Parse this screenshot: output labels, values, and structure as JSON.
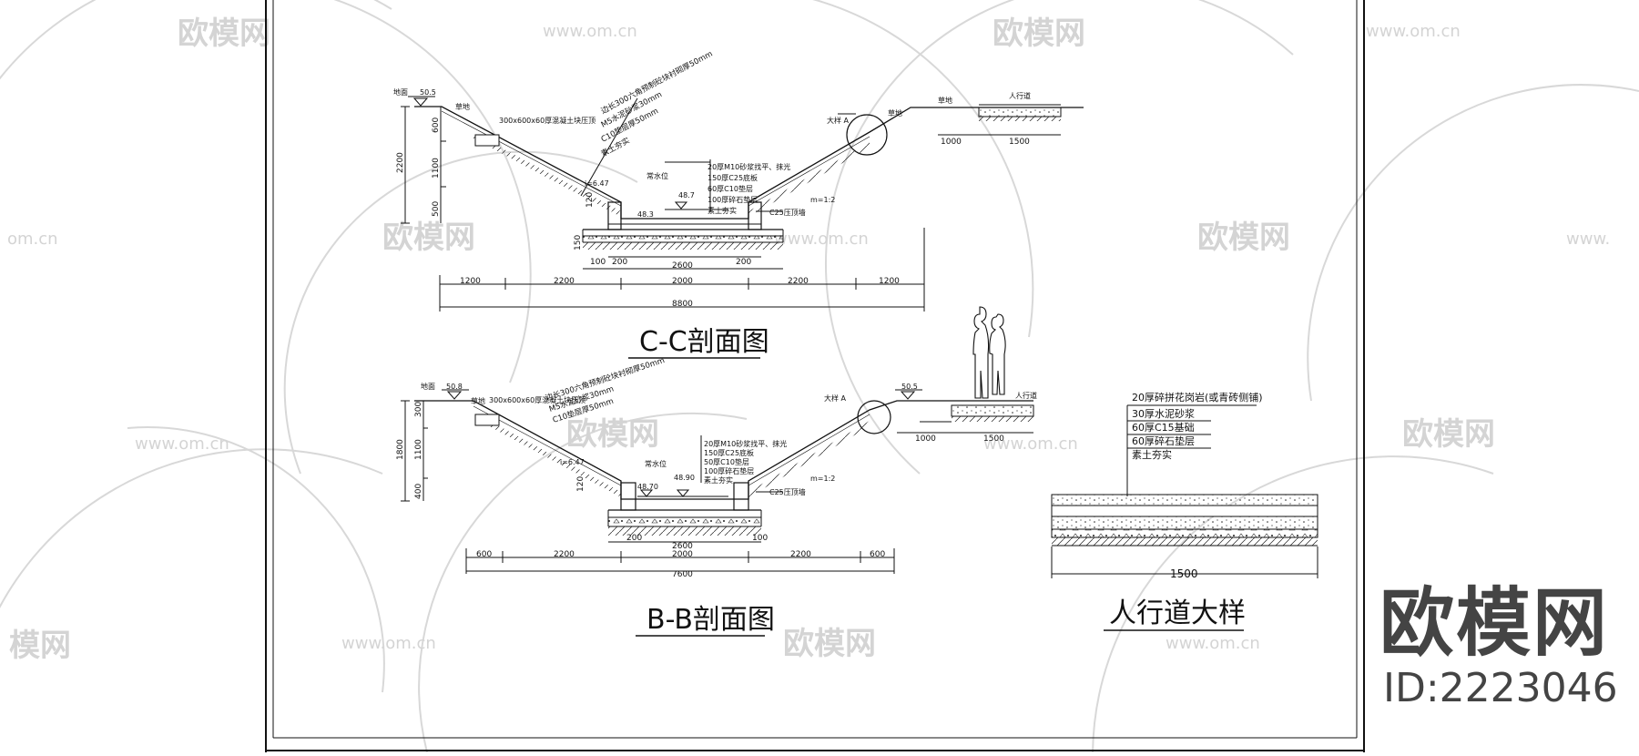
{
  "watermark": {
    "logo_text": "欧模网",
    "url_text": "www.om.cn",
    "url_partial_left": "om.cn",
    "url_partial_right": "www.",
    "logo_partial_left": "模网"
  },
  "brand": {
    "name": "欧模网",
    "id": "ID:2223046"
  },
  "section_cc": {
    "title": "C-C剖面图",
    "labels": {
      "ground": "地面",
      "ground_elev": "50.5",
      "lawn_left": "草地",
      "lawn_right": "草地",
      "road": "草地",
      "sidewalk": "人行道",
      "detail": "大样 A",
      "curb_note": "300x600x60厚混凝土块压顶",
      "layer1": "边长300六角预制砼块衬砌厚50mm",
      "layer2": "M5水泥砂浆30mm",
      "layer3": "C10垫层厚50mm",
      "layer4": "素土夯实",
      "bottom1": "20厚M10砂浆找平、抹光",
      "bottom2": "150厚C25底板",
      "bottom3": "60厚C10垫层",
      "bottom4": "100厚碎石垫层",
      "bottom5": "素土夯实",
      "normal_water": "常水位",
      "water_elev": "48.7",
      "bottom_elev": "48.3",
      "slope_left": "i=6.47",
      "slope_right": "m=1:2",
      "wall": "C25压顶墙"
    },
    "dims": {
      "d1200a": "1200",
      "d2200a": "2200",
      "d2000": "2000",
      "d2200b": "2200",
      "d1200b": "1200",
      "d8800": "8800",
      "d2600": "2600",
      "d100": "100",
      "d200a": "200",
      "d200b": "200",
      "d1000": "1000",
      "d1500": "1500",
      "v2200": "2200",
      "v600": "600",
      "v1100": "1100",
      "v500": "500",
      "v150": "150",
      "v120": "120"
    }
  },
  "section_bb": {
    "title": "B-B剖面图",
    "labels": {
      "ground": "地面",
      "ground_elev": "50.8",
      "ground_elev_right": "50.5",
      "lawn_left": "草地",
      "sidewalk": "人行道",
      "detail": "大样 A",
      "curb_note": "300x600x60厚混凝土块压顶",
      "layer1": "边长300六角预制砼块衬砌厚50mm",
      "layer2": "M5水泥砂浆30mm",
      "layer3": "C10垫层厚50mm",
      "bottom1": "20厚M10砂浆找平、抹光",
      "bottom2": "150厚C25底板",
      "bottom3": "50厚C10垫层",
      "bottom4": "100厚碎石垫层",
      "bottom5": "素土夯实",
      "normal_water": "常水位",
      "elev_a": "48.70",
      "elev_b": "48.90",
      "slope_left": "i=6.47",
      "slope_right": "m=1:2",
      "wall": "C25压顶墙"
    },
    "dims": {
      "d600a": "600",
      "d2200a": "2200",
      "d2000": "2000",
      "d2200b": "2200",
      "d600b": "600",
      "d7600": "7600",
      "d2600": "2600",
      "d200": "200",
      "d100": "100",
      "d1000": "1000",
      "d1500": "1500",
      "v1800": "1800",
      "v300": "300",
      "v1100": "1100",
      "v400": "400",
      "v120": "120"
    }
  },
  "sidewalk_detail": {
    "title": "人行道大样",
    "layers": [
      "20厚碎拼花岗岩(或青砖侧铺)",
      "30厚水泥砂浆",
      "60厚C15基础",
      "60厚碎石垫层",
      "素土夯实"
    ],
    "width": "1500"
  }
}
